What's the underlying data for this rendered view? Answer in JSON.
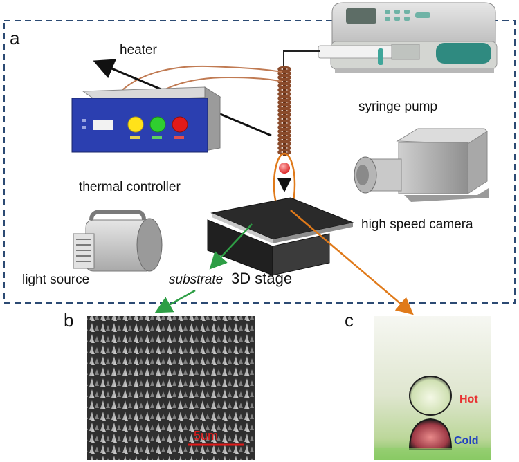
{
  "panels": {
    "a": "a",
    "b": "b",
    "c": "c"
  },
  "labels": {
    "heater": "heater",
    "syringe_pump": "syringe pump",
    "thermal_controller": "thermal controller",
    "high_speed_camera": "high speed camera",
    "light_source": "light source",
    "substrate": "substrate",
    "stage": "3D stage"
  },
  "sem": {
    "scale_bar": "5um"
  },
  "droplet": {
    "hot": "Hot",
    "cold": "Cold"
  },
  "colors": {
    "frame": "#2c4a73",
    "green_arrow": "#2e9e45",
    "orange": "#e07a1a",
    "coil": "#8a4a2a",
    "controller_blue": "#2b3fb0",
    "hot": "#e83030",
    "cold": "#2040c0"
  },
  "icons": [
    "heater-coil-icon",
    "syringe-pump-icon",
    "thermal-controller-icon",
    "camera-icon",
    "light-source-icon",
    "stage-icon"
  ]
}
